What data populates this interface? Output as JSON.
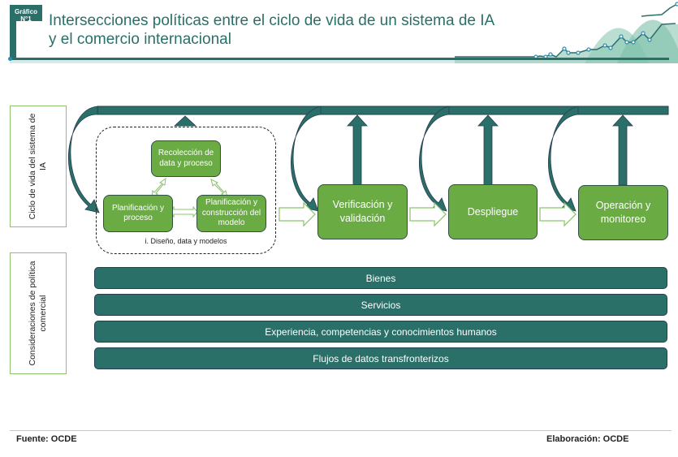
{
  "header": {
    "badge_line1": "Gráfico",
    "badge_line2": "N°1",
    "title_line1": "Intersecciones políticas entre el ciclo de vida de un sistema de IA",
    "title_line2": "y el comercio internacional"
  },
  "rows": {
    "lifecycle_label": "Ciclo de vida del sistema de IA",
    "trade_label": "Consideraciones de política comercial"
  },
  "design_group": {
    "label": "i. Diseño, data y modelos",
    "boxes": [
      {
        "line1": "Recolección de",
        "line2": "data y proceso",
        "line3": ""
      },
      {
        "line1": "Planificación y",
        "line2": "proceso",
        "line3": ""
      },
      {
        "line1": "Planificación y",
        "line2": "construcción del",
        "line3": "modelo"
      }
    ]
  },
  "stages": [
    {
      "line1": "Verificación y",
      "line2": "validación"
    },
    {
      "line1": "Despliegue",
      "line2": ""
    },
    {
      "line1": "Operación y",
      "line2": "monitoreo"
    }
  ],
  "trade_bars": [
    "Bienes",
    "Servicios",
    "Experiencia, competencias y conocimientos humanos",
    "Flujos de datos transfronterizos"
  ],
  "footer": {
    "source": "Fuente: OCDE",
    "credit": "Elaboración: OCDE"
  },
  "colors": {
    "teal": "#2a6f68",
    "green": "#6aab44",
    "light_green_border": "#8cc36a"
  }
}
